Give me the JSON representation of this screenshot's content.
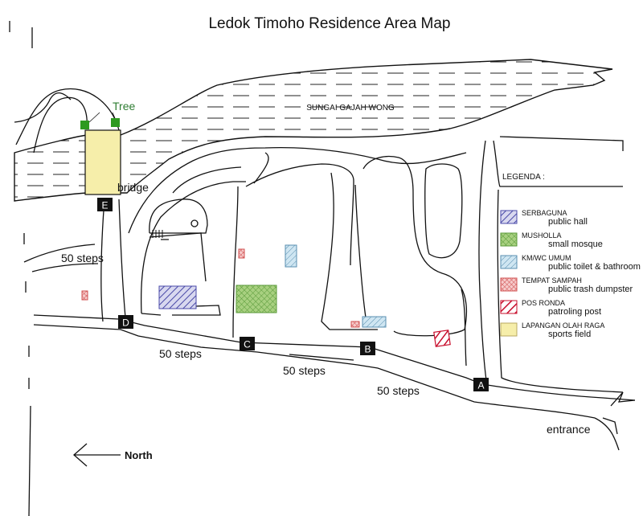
{
  "title": "Ledok Timoho Residence Area Map",
  "river_label": "SUNGAI GAJAH WONG",
  "tree_label": "Tree",
  "bridge_label": "bridge",
  "entrance_label": "entrance",
  "north_label": "North",
  "steps_label": "50 steps",
  "markers": [
    "A",
    "B",
    "C",
    "D",
    "E"
  ],
  "legend": {
    "heading": "LEGENDA :",
    "items": [
      {
        "code": "SERBAGUNA",
        "desc": "public hall",
        "color": "#4a4aa8",
        "fill": "#d8d8ef",
        "pattern": "hatch"
      },
      {
        "code": "MUSHOLLA",
        "desc": "small mosque",
        "color": "#5a9a3a",
        "fill": "#a8d080",
        "pattern": "cross"
      },
      {
        "code": "KM/WC UMUM",
        "desc": "public toilet & bathroom",
        "color": "#5a8fb0",
        "fill": "#cfe6f2",
        "pattern": "hatch"
      },
      {
        "code": "TEMPAT SAMPAH",
        "desc": "public trash dumpster",
        "color": "#d05050",
        "fill": "#f6caca",
        "pattern": "cross"
      },
      {
        "code": "POS RONDA",
        "desc": "patroling post",
        "color": "#c8102e",
        "fill": "#ffffff",
        "pattern": "hatch"
      },
      {
        "code": "LAPANGAN OLAH RAGA",
        "desc": "sports field",
        "color": "#b8a860",
        "fill": "#f6eeaa",
        "pattern": "solid"
      }
    ]
  },
  "colors": {
    "tree": "#2e9a20",
    "tree_label": "#2e7d32",
    "line": "#111111",
    "marker_bg": "#111111"
  }
}
